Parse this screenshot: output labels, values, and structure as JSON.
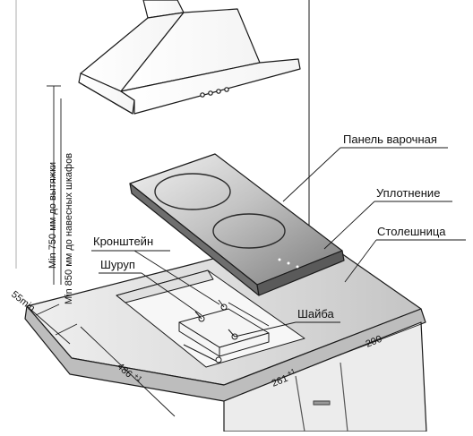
{
  "labels": {
    "panel": "Панель варочная",
    "seal": "Уплотнение",
    "countertop": "Столешница",
    "bracket": "Кронштейн",
    "screw": "Шуруп",
    "washer": "Шайба"
  },
  "dimensions": {
    "min_hood": "Min 750 мм до вытяжки",
    "min_cabinets": "Min 850 мм до навесных шкафов",
    "min_edge": "55min",
    "depth": "486",
    "depth_tol": "+1",
    "width": "261",
    "width_tol": "+1",
    "side": "200"
  },
  "colors": {
    "line": "#1a1a1a",
    "glass_light": "#e6e6e6",
    "glass_dark": "#8d8d8d",
    "counter": "#d6d6d6"
  }
}
